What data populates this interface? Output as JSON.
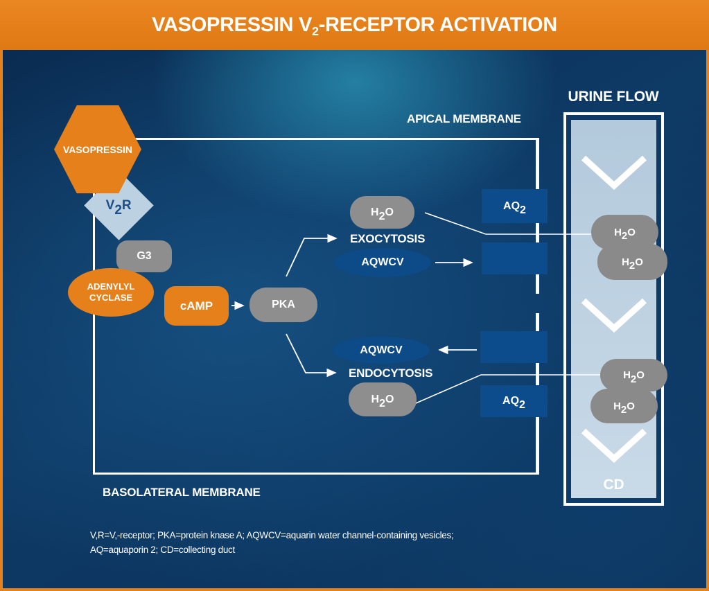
{
  "header": {
    "title_pre": "VASOPRESSIN V",
    "title_sub": "2",
    "title_post": "-RECEPTOR ACTIVATION"
  },
  "labels": {
    "urine_flow": "URINE FLOW",
    "apical_membrane": "APICAL MEMBRANE",
    "basolateral_membrane": "BASOLATERAL MEMBRANE",
    "exocytosis": "EXOCYTOSIS",
    "endocytosis": "ENDOCYTOSIS",
    "collecting_duct": "CD"
  },
  "nodes": {
    "vasopressin": "VASOPRESSIN",
    "v2r": {
      "pre": "V",
      "sub": "2",
      "post": "R"
    },
    "g_protein": "G3",
    "adenylyl_cyclase": {
      "line1": "ADENYLYL",
      "line2": "CYCLASE"
    },
    "camp": "cAMP",
    "pka": "PKA",
    "aqwcv_exo": "AQWCV",
    "aqwcv_endo": "AQWCV",
    "h2o": {
      "pre": "H",
      "sub": "2",
      "post": "O"
    },
    "aq2": {
      "pre": "AQ",
      "sub": "2"
    }
  },
  "footnote": {
    "line1": "V,R=V,-receptor; PKA=protein knase A; AQWCV=aquarin water channel-containing vesicles;",
    "line2": "AQ=aquaporin 2; CD=collecting duct"
  },
  "colors": {
    "orange": "#E5801B",
    "background_navy": "#0D3560",
    "teal_glow": "#288CAF",
    "membrane_box_blue": "#0C4C8C",
    "light_blue": "#BCD1E1",
    "gray": "#8E8E8E",
    "diamond_text_blue": "#1D4E87",
    "white": "#FFFFFF"
  }
}
